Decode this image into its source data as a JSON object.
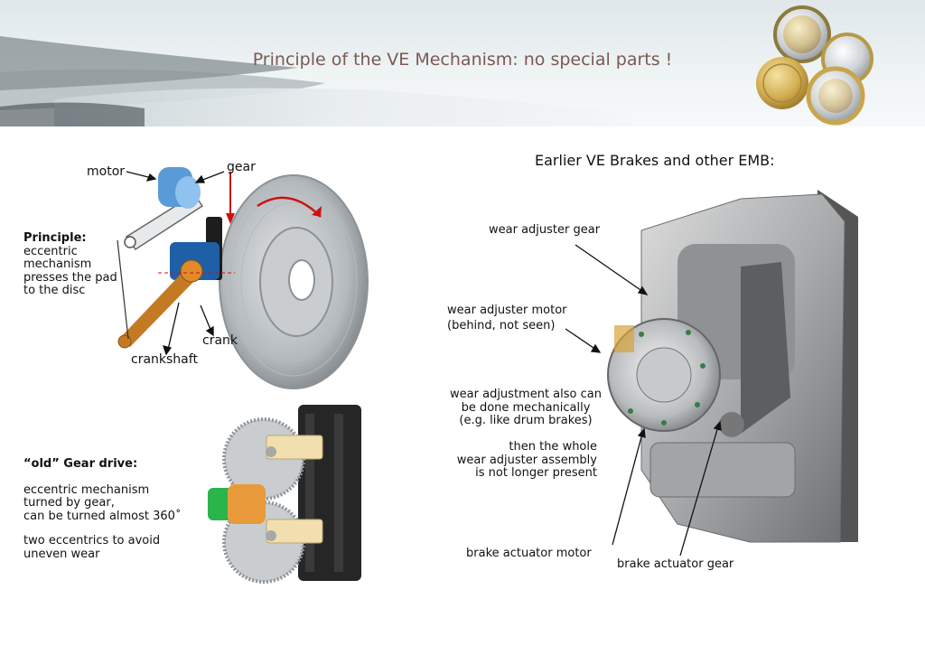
{
  "header": {
    "title": "Principle of the VE Mechanism: no special parts !"
  },
  "left_top": {
    "motor": "motor",
    "gear": "gear",
    "principle_heading": "Principle:",
    "principle_lines": [
      "eccentric",
      "mechanism",
      "presses the pad",
      "to the disc"
    ],
    "crank": "crank",
    "crankshaft": "crankshaft"
  },
  "left_bottom": {
    "heading": "“old” Gear drive:",
    "para1": [
      "eccentric mechanism",
      "turned by gear,",
      "can be turned almost 360˚"
    ],
    "para2": [
      "two eccentrics to avoid",
      "uneven wear"
    ]
  },
  "right": {
    "heading": "Earlier VE Brakes and other EMB:",
    "wear_adjuster_gear": "wear adjuster gear",
    "wear_adjuster_motor": "wear adjuster motor",
    "behind_not_seen": "(behind, not seen)",
    "wear_adjustment": [
      "wear adjustment also can",
      "be done mechanically",
      "(e.g. like drum brakes)"
    ],
    "then_whole": [
      "then the whole",
      "wear adjuster assembly",
      "is not longer present"
    ],
    "brake_actuator_motor": "brake actuator motor",
    "brake_actuator_gear": "brake actuator gear"
  }
}
